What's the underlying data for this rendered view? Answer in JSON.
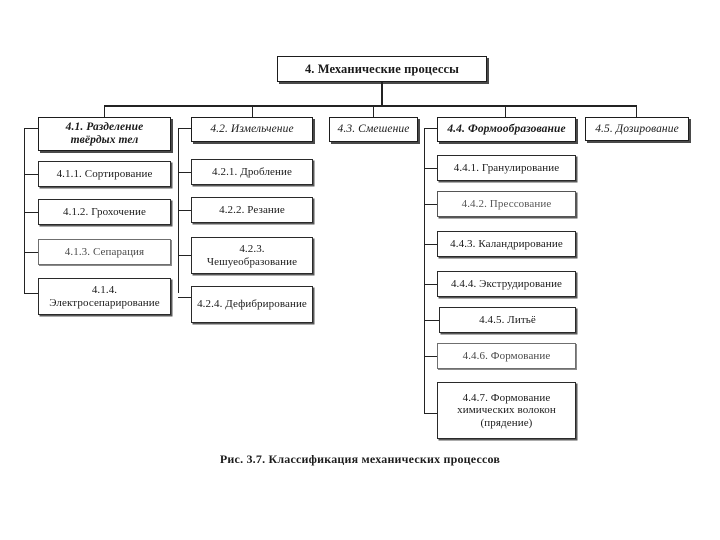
{
  "figure": {
    "caption": "Рис. 3.7. Классификация механических процессов",
    "root": "4. Механические процессы"
  },
  "branches": [
    {
      "id": "4.1",
      "label": "4.1. Разделение твёрдых тел",
      "children": [
        "4.1.1. Сортирование",
        "4.1.2. Грохочение",
        "4.1.3. Сепарация",
        "4.1.4. Электросепарирование"
      ]
    },
    {
      "id": "4.2",
      "label": "4.2. Измельчение",
      "children": [
        "4.2.1. Дробление",
        "4.2.2. Резание",
        "4.2.3. Чешуеобразование",
        "4.2.4. Дефибрирование"
      ]
    },
    {
      "id": "4.3",
      "label": "4.3. Смешение",
      "children": []
    },
    {
      "id": "4.4",
      "label": "4.4. Формообразование",
      "children": [
        "4.4.1. Гранулирование",
        "4.4.2. Прессование",
        "4.4.3. Каландрирование",
        "4.4.4. Экструдирование",
        "4.4.5. Литьё",
        "4.4.6. Формование",
        "4.4.7. Формование химических волокон (прядение)"
      ]
    },
    {
      "id": "4.5",
      "label": "4.5. Дозирование",
      "children": []
    }
  ],
  "colors": {
    "background": "#ffffff",
    "line": "#232323",
    "box_border": "#1d1d1d",
    "text": "#1a1a1a",
    "shadow": "#4a4a4a"
  }
}
